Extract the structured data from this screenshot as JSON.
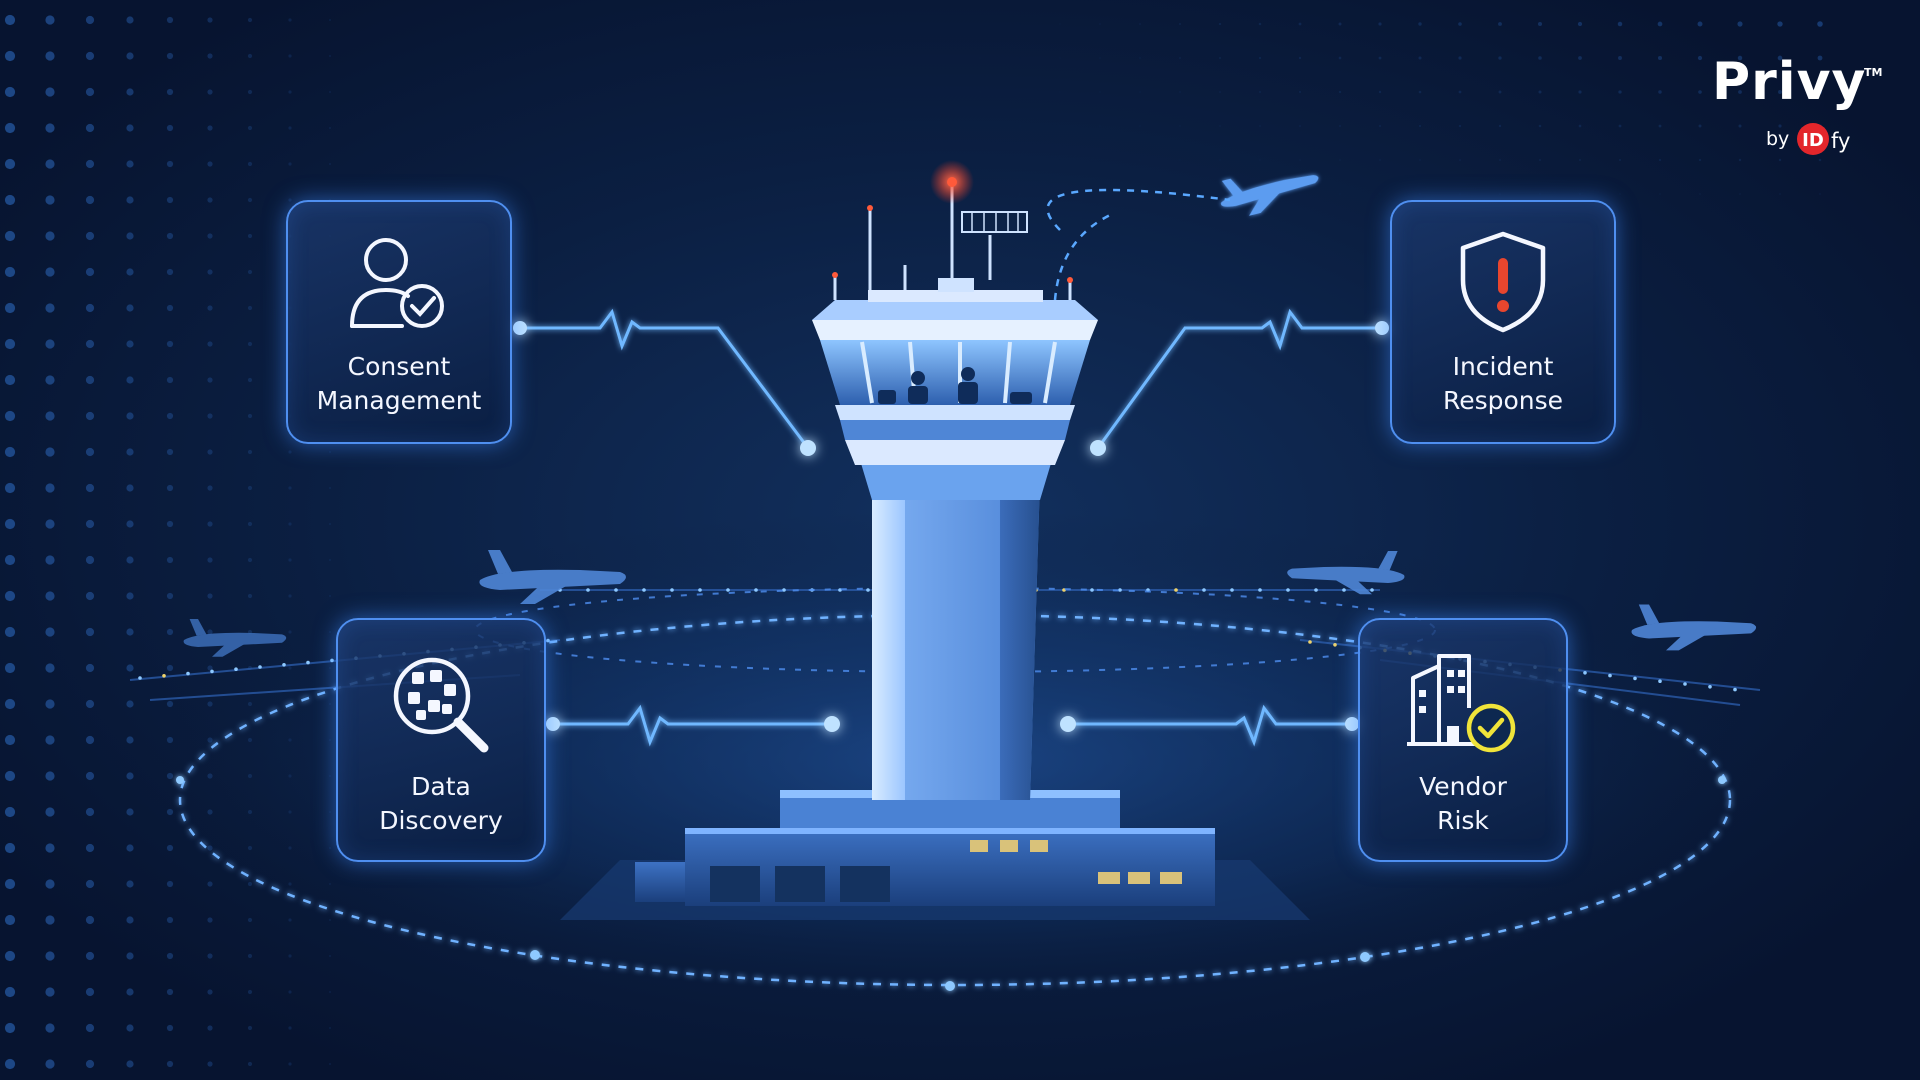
{
  "logo": {
    "brand": "Privy",
    "trademark": "TM",
    "by": "by",
    "partner_mark": "IDfy"
  },
  "modules": {
    "consent": {
      "line1": "Consent",
      "line2": "Management",
      "icon": "user-check-icon"
    },
    "incident": {
      "line1": "Incident",
      "line2": "Response",
      "icon": "shield-alert-icon"
    },
    "discovery": {
      "line1": "Data",
      "line2": "Discovery",
      "icon": "data-search-icon"
    },
    "vendor": {
      "line1": "Vendor",
      "line2": "Risk",
      "icon": "building-check-icon"
    }
  },
  "colors": {
    "background": "#0a1a36",
    "glow": "#5aa8ff",
    "accent_red": "#e8462e",
    "accent_yellow": "#f0e43a",
    "card_border": "#4f8ff0"
  }
}
